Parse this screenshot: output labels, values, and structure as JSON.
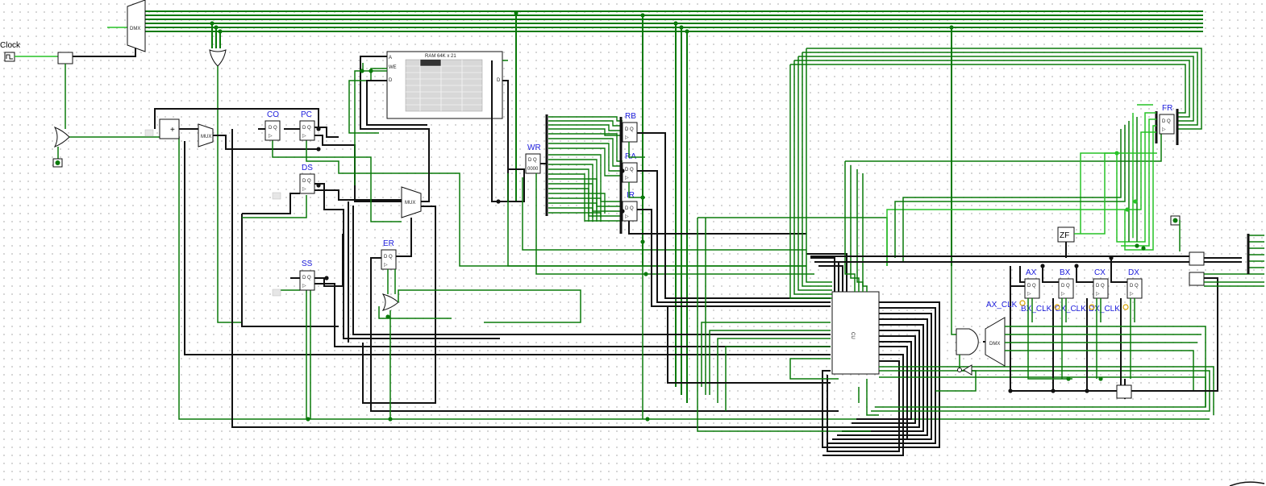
{
  "canvas": {
    "background": "#ffffff",
    "wire_dark": "#111111",
    "wire_green": "#0a7a0a",
    "wire_bright": "#27c227",
    "label_color": "#1a1adc"
  },
  "clock": {
    "label": "Clock"
  },
  "demux_top": {
    "label": "DMX"
  },
  "adder": {
    "label": "+"
  },
  "mux_left": {
    "label": "MUX"
  },
  "mux_mid": {
    "label": "MUX"
  },
  "ram": {
    "title": "RAM 64K x 21",
    "port_a": "A",
    "port_we": "WE",
    "port_d_left": "D",
    "port_d_right": "D"
  },
  "registers": [
    {
      "id": "CO",
      "label": "CO"
    },
    {
      "id": "PC",
      "label": "PC"
    },
    {
      "id": "DS",
      "label": "DS"
    },
    {
      "id": "SS",
      "label": "SS"
    },
    {
      "id": "ER",
      "label": "ER"
    },
    {
      "id": "WR",
      "label": "WR"
    },
    {
      "id": "RB",
      "label": "RB"
    },
    {
      "id": "RA",
      "label": "RA"
    },
    {
      "id": "IR",
      "label": "IR"
    },
    {
      "id": "FR",
      "label": "FR"
    },
    {
      "id": "AX",
      "label": "AX"
    },
    {
      "id": "BX",
      "label": "BX"
    },
    {
      "id": "CX",
      "label": "CX"
    },
    {
      "id": "DX",
      "label": "DX"
    }
  ],
  "control_unit": {
    "label": "CU"
  },
  "zero_flag": {
    "label": "ZF"
  },
  "demux_right": {
    "label": "DMX"
  },
  "clk_labels": {
    "ax": "AX_CLK",
    "bx": "BX_CLK",
    "cx": "CX_CLK",
    "dx": "DX_CLK"
  }
}
